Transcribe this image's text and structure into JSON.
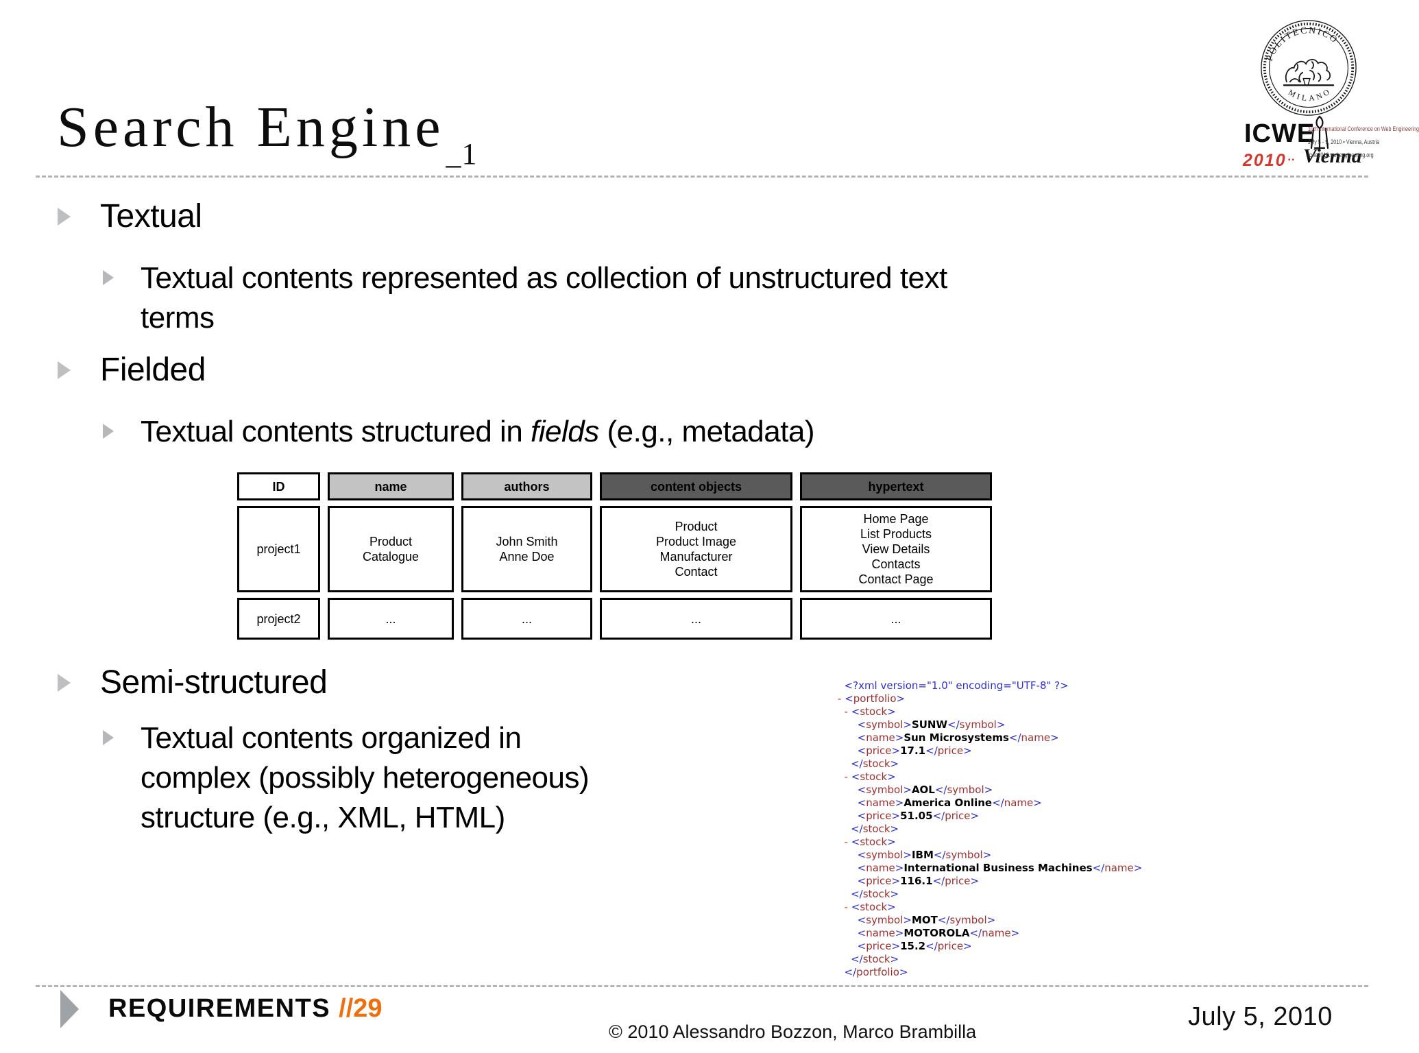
{
  "title": {
    "text": "Search Engine",
    "suffix": "_1"
  },
  "bullets": [
    {
      "level": 1,
      "lines": [
        [
          {
            "t": "Textual"
          }
        ]
      ]
    },
    {
      "level": 2,
      "lines": [
        [
          {
            "t": "Textual contents represented as collection of unstructured text"
          }
        ],
        [
          {
            "t": "terms"
          }
        ]
      ]
    },
    {
      "level": 1,
      "lines": [
        [
          {
            "t": "Fielded"
          }
        ]
      ]
    },
    {
      "level": 2,
      "lines": [
        [
          {
            "t": "Textual contents structured in "
          },
          {
            "t": "fields",
            "i": true
          },
          {
            "t": " (e.g., metadata)"
          }
        ]
      ]
    },
    {
      "level": 1,
      "lines": [
        [
          {
            "t": "Semi-structured"
          }
        ]
      ]
    },
    {
      "level": 2,
      "lines": [
        [
          {
            "t": "Textual contents organized in"
          }
        ],
        [
          {
            "t": "complex (possibly heterogeneous)"
          }
        ],
        [
          {
            "t": "structure (e.g., XML, HTML)"
          }
        ]
      ]
    }
  ],
  "table": {
    "headers": [
      {
        "label": "ID",
        "shade": "white"
      },
      {
        "label": "name",
        "shade": "light"
      },
      {
        "label": "authors",
        "shade": "light"
      },
      {
        "label": "content objects",
        "shade": "dark"
      },
      {
        "label": "hypertext",
        "shade": "dark"
      }
    ],
    "rows": [
      {
        "cells": [
          [
            "project1"
          ],
          [
            "Product",
            "Catalogue"
          ],
          [
            "John Smith",
            "Anne Doe"
          ],
          [
            "Product",
            "Product Image",
            "Manufacturer",
            "Contact"
          ],
          [
            "Home Page",
            "List Products",
            "View Details",
            "Contacts",
            "Contact Page"
          ]
        ]
      },
      {
        "cells": [
          [
            "project2"
          ],
          [
            "..."
          ],
          [
            "..."
          ],
          [
            "..."
          ],
          [
            "..."
          ]
        ]
      }
    ]
  },
  "xml": {
    "lines": [
      "  <?xml version=\"1.0\" encoding=\"UTF-8\" ?>",
      "- <portfolio>",
      "  - <stock>",
      "      <symbol>SUNW</symbol>",
      "      <name>Sun Microsystems</name>",
      "      <price>17.1</price>",
      "    </stock>",
      "  - <stock>",
      "      <symbol>AOL</symbol>",
      "      <name>America Online</name>",
      "      <price>51.05</price>",
      "    </stock>",
      "  - <stock>",
      "      <symbol>IBM</symbol>",
      "      <name>International Business Machines</name>",
      "      <price>116.1</price>",
      "    </stock>",
      "  - <stock>",
      "      <symbol>MOT</symbol>",
      "      <name>MOTOROLA</name>",
      "      <price>15.2</price>",
      "    </stock>",
      "  </portfolio>"
    ]
  },
  "footer": {
    "section": "REQUIREMENTS",
    "page": "//29",
    "copyright": "© 2010 Alessandro Bozzon, Marco Brambilla",
    "date": "July 5, 2010"
  },
  "logo": {
    "seal_text_top": "POLITECNICO",
    "seal_text_bottom": "MILANO",
    "icwe": "ICWE",
    "year": "2010",
    "city": "Vienna",
    "conference_line1": "10th International Conference on Web Engineering",
    "conference_line2": "July 5 - 9, 2010 ▪ Vienna, Austria",
    "conference_line3": "icwe2010.webengineering.org"
  },
  "colors": {
    "accent_orange": "#ee6f0e",
    "xml_bracket_blue": "#2f2fd3",
    "xml_tag_maroon": "#a03030",
    "xml_dash_red": "#d43535",
    "table_light_gray": "#c3c3c3",
    "table_dark_gray": "#5a5a5a",
    "bullet_marker_gray": "#bdbfc2",
    "icwe_red": "#d4372c"
  }
}
